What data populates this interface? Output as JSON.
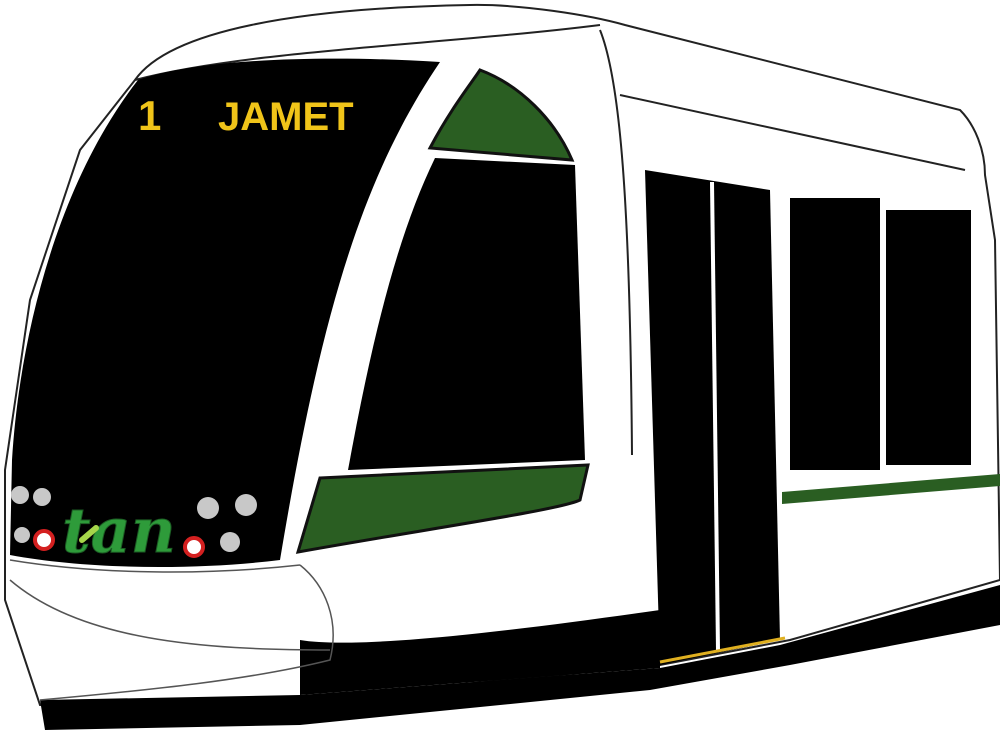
{
  "destination_sign": {
    "line_number": "1",
    "destination": "JAMET"
  },
  "logo": {
    "text": "tan"
  },
  "colors": {
    "sign_text": "#f0c419",
    "body": "#ffffff",
    "glass": "#000000",
    "accent_green": "#2a5e22",
    "logo_green": "#2e9b3a",
    "logo_highlight": "#a6d64a",
    "headlight": "#c8c8c8",
    "red_light": "#d42020",
    "step_strip": "#e0b020"
  }
}
